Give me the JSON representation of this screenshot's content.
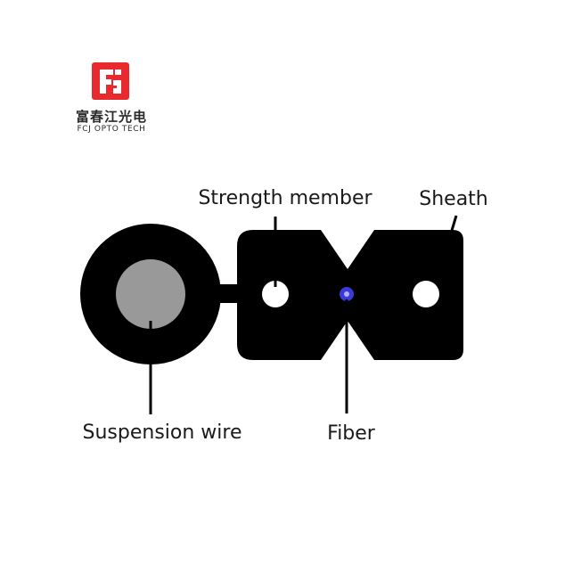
{
  "logo": {
    "chinese_name": "富春江光电",
    "english_name": "FCJ OPTO TECH",
    "brand_color": "#e8292e"
  },
  "diagram": {
    "labels": {
      "strength_member": "Strength member",
      "sheath": "Sheath",
      "suspension_wire": "Suspension wire",
      "fiber": "Fiber"
    },
    "colors": {
      "cable_body": "#000000",
      "suspension_core": "#999999",
      "strength_member_fill": "#ffffff",
      "fiber_core": "#3a3ad8",
      "leader_line": "#000000"
    }
  }
}
